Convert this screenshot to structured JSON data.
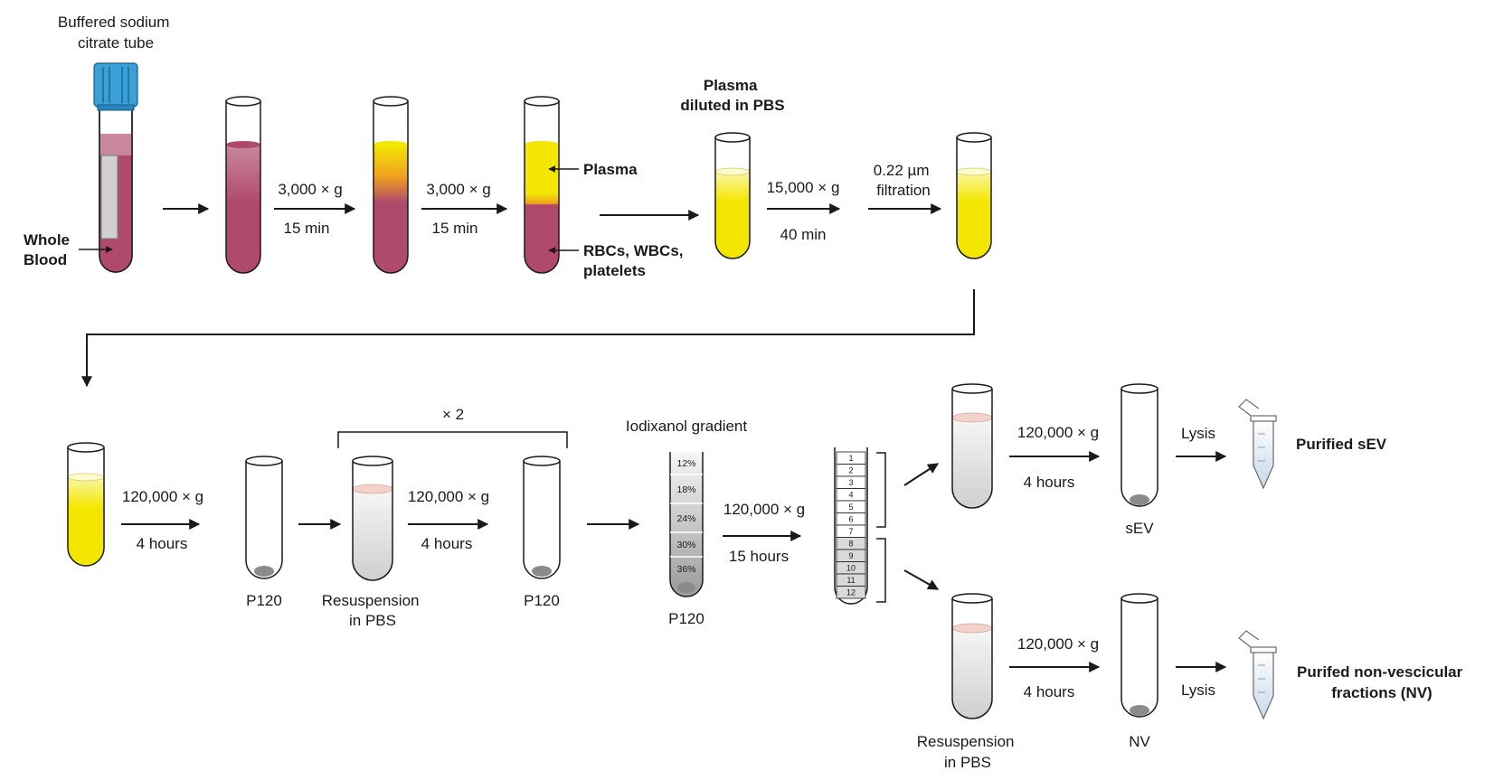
{
  "colors": {
    "blood": "#b04a6c",
    "blood_light": "#c9879f",
    "plasma": "#f3e600",
    "plasma_light": "#fbf7a8",
    "orange": "#f0a020",
    "cap": "#3aa0d8",
    "pellet": "#8a8a8a",
    "gray_liquid": "#d8d8d8",
    "pbs_pink": "#f3d2cc"
  },
  "row1": {
    "tube_label": [
      "Buffered sodium",
      "citrate tube"
    ],
    "whole_blood": [
      "Whole",
      "Blood"
    ],
    "step1": {
      "speed": "3,000 × g",
      "time": "15 min"
    },
    "step2": {
      "speed": "3,000 × g",
      "time": "15 min"
    },
    "plasma": "Plasma",
    "cells": [
      "RBCs, WBCs,",
      "platelets"
    ],
    "diluted": [
      "Plasma",
      "diluted in PBS"
    ],
    "step3": {
      "speed": "15,000 × g",
      "time": "40 min"
    },
    "step4": {
      "line1": "0.22 µm",
      "line2": "filtration"
    }
  },
  "row2": {
    "step1": {
      "speed": "120,000 × g",
      "time": "4 hours"
    },
    "p120_a": "P120",
    "resuspension": [
      "Resuspension",
      "in PBS"
    ],
    "repeat": "× 2",
    "step2": {
      "speed": "120,000 × g",
      "time": "4 hours"
    },
    "p120_b": "P120",
    "gradient_title": "Iodixanol gradient",
    "gradient_levels": [
      "12%",
      "18%",
      "24%",
      "30%",
      "36%"
    ],
    "p120_c": "P120",
    "step3": {
      "speed": "120,000 × g",
      "time": "15 hours"
    },
    "fractions": [
      "1",
      "2",
      "3",
      "4",
      "5",
      "6",
      "7",
      "8",
      "9",
      "10",
      "11",
      "12"
    ]
  },
  "branch_top": {
    "step": {
      "speed": "120,000 × g",
      "time": "4 hours"
    },
    "pellet_label": "sEV",
    "lysis": "Lysis",
    "result": "Purified sEV"
  },
  "branch_bottom": {
    "step": {
      "speed": "120,000 × g",
      "time": "4 hours"
    },
    "resuspension": [
      "Resuspension",
      "in PBS"
    ],
    "pellet_label": "NV",
    "lysis": "Lysis",
    "result": [
      "Purifed non-vescicular",
      "fractions (NV)"
    ]
  }
}
